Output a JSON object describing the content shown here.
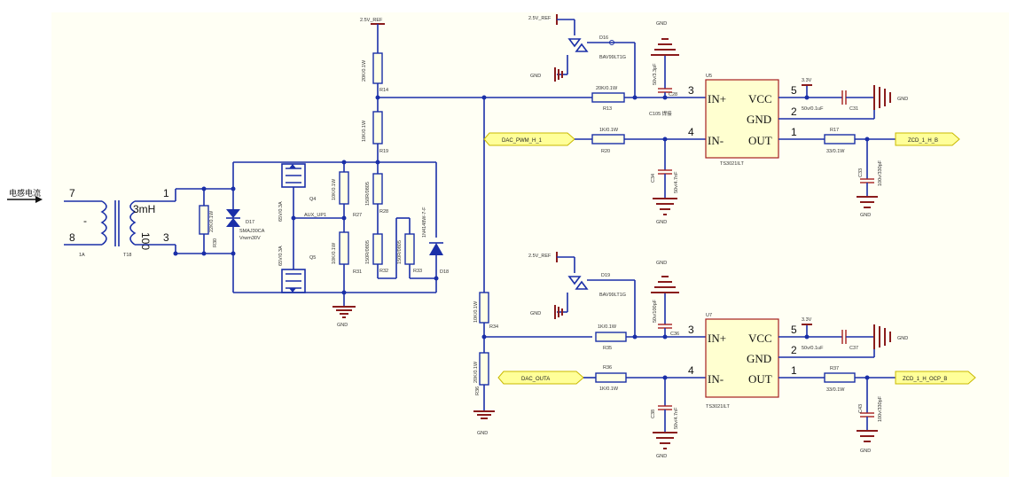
{
  "input": {
    "label": "电感电流",
    "pin_top": "7",
    "pin_bottom": "8",
    "pin_out_top": "1",
    "pin_out_bottom": "3",
    "inductance": "3mH",
    "ratio": "100",
    "rating": "1A",
    "ref": "T18"
  },
  "power": {
    "ref_2v5": "2.5V_REF",
    "gnd": "GND",
    "v3v3": "3.3V"
  },
  "front": {
    "r_burden": "22K/0.1W",
    "r_burden_ref": "R30",
    "tvs_ref": "D17",
    "tvs_part": "SMAJ30CA",
    "tvs_v": "Vrwm30V",
    "q4": "Q4",
    "q5": "Q5",
    "q4_part": "65V/0.3A",
    "q5_part": "65V/0.3A",
    "net_aux": "AUX_UP1",
    "r14": "R14",
    "r14_val": "20K/0.1W",
    "r19": "R19",
    "r19_val": "10K/0.1W",
    "r27": "R27",
    "r27_val": "10K/0.1W",
    "r28": "R28",
    "r28_val": "150R/0805",
    "r31": "R31",
    "r31_val": "10K/0.1W",
    "r32": "R32",
    "r32_val": "150R/0805",
    "r33": "R33",
    "r33_val": "150R/0805",
    "d18": "D18",
    "d18_part": "1N4148W-7-F"
  },
  "channel1": {
    "d16": "D16",
    "d16_part": "BAV99LT1G",
    "r13": "R13",
    "r13_val": "20K/0.1W",
    "c28": "C28",
    "c28_val": "50v/3.3pF",
    "c28_note": "C105 焊接",
    "r20": "R20",
    "r20_val": "1K/0.1W",
    "c34": "C34",
    "c34_val": "50v/4.7nF",
    "u": "U5",
    "u_part": "TS3021ILT",
    "pin_inp": "IN+",
    "pin_inn": "IN-",
    "pin_vcc": "VCC",
    "pin_gnd": "GND",
    "pin_out": "OUT",
    "num_inp": "3",
    "num_inn": "4",
    "num_vcc": "5",
    "num_gnd": "2",
    "num_out": "1",
    "c31": "C31",
    "c31_val": "50v/0.1uF",
    "r17": "R17",
    "r17_val": "33/0.1W",
    "c_out": "C33",
    "c_out_val": "100v/330pF",
    "port_in": "DAC_PWM_H_1",
    "port_out": "ZCD_1_H_B"
  },
  "channel2": {
    "r34": "R34",
    "r34_val": "10K/0.1W",
    "r36b": "R36",
    "r36b_val": "20K/0.1W",
    "d19": "D19",
    "d19_part": "BAV99LT1G",
    "c36": "C36",
    "c36_val": "50v/100pF",
    "r35": "R35",
    "r35_val": "1K/0.1W",
    "r36": "R36",
    "r36_val": "1K/0.1W",
    "c38": "C38",
    "c38_val": "50v/4.7nF",
    "u": "U7",
    "u_part": "TS3021ILT",
    "pin_inp": "IN+",
    "pin_inn": "IN-",
    "pin_vcc": "VCC",
    "pin_gnd": "GND",
    "pin_out": "OUT",
    "num_inp": "3",
    "num_inn": "4",
    "num_vcc": "5",
    "num_gnd": "2",
    "num_out": "1",
    "c37": "C37",
    "c37_val": "50v/0.1uF",
    "r37": "R37",
    "r37_val": "33/0.1W",
    "c_out": "C43",
    "c_out_val": "100v/330pF",
    "port_in": "DAC_OUTA",
    "port_out": "ZCD_1_H_OCP_B"
  }
}
